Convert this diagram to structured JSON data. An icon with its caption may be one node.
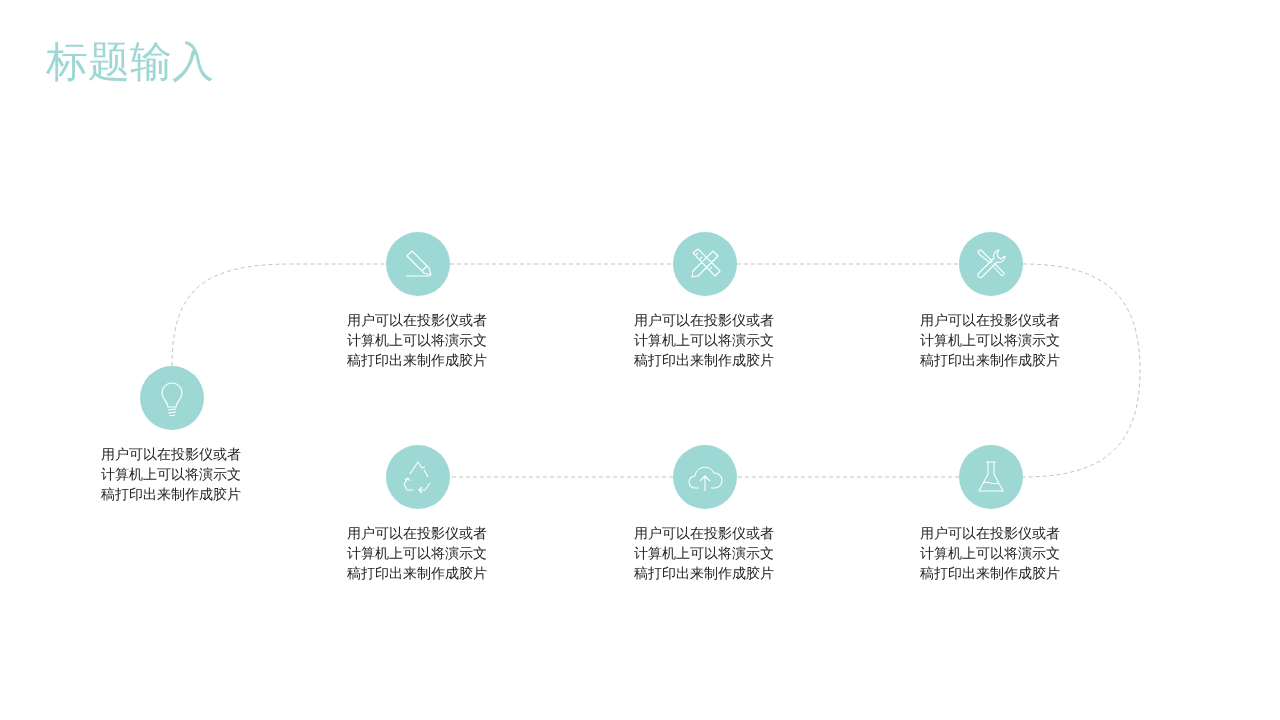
{
  "diagram": {
    "title": "标题输入",
    "nodes": [
      {
        "text": [],
        "shape": "circle",
        "beside": [
          "用户可以在投影仪或者计算机上可以将演示文稿打印出来制作成胶片"
        ]
      },
      {
        "text": [],
        "shape": "circle",
        "beside": [
          "用户可以在投影仪或者计算机上可以将演示文稿打印出来制作成胶片"
        ]
      },
      {
        "text": [],
        "shape": "circle",
        "beside": [
          "用户可以在投影仪或者计算机上可以将演示文稿打印出来制作成胶片"
        ]
      },
      {
        "text": [],
        "shape": "circle",
        "beside": [
          "用户可以在投影仪或者计算机上可以将演示文稿打印出来制作成胶片"
        ]
      },
      {
        "text": [],
        "shape": "circle",
        "beside": [
          "用户可以在投影仪或者计算机上可以将演示文稿打印出来制作成胶片"
        ]
      },
      {
        "text": [],
        "shape": "circle",
        "beside": [
          "用户可以在投影仪或者计算机上可以将演示文稿打印出来制作成胶片"
        ]
      },
      {
        "text": [],
        "shape": "circle",
        "beside": [
          "用户可以在投影仪或者计算机上可以将演示文稿打印出来制作成胶片"
        ]
      }
    ],
    "edges": [
      {
        "from": 0,
        "to": 1,
        "arrow": "none"
      },
      {
        "from": 1,
        "to": 2,
        "arrow": "none"
      },
      {
        "from": 2,
        "to": 3,
        "arrow": "none"
      },
      {
        "from": 3,
        "to": 6,
        "arrow": "none"
      },
      {
        "from": 6,
        "to": 5,
        "arrow": "none"
      },
      {
        "from": 5,
        "to": 4,
        "arrow": "none"
      }
    ]
  }
}
